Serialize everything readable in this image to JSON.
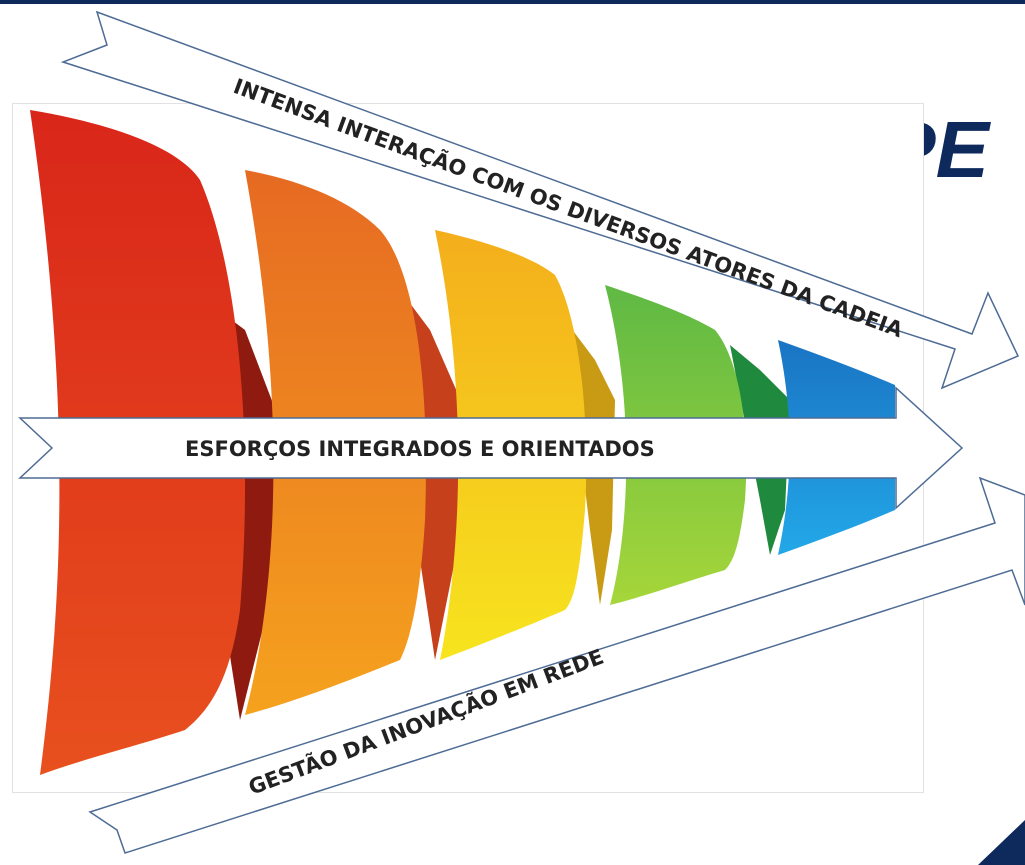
{
  "slide": {
    "title": "OPE",
    "accent_color": "#0e2a5c"
  },
  "diagram": {
    "arrows": {
      "top": "INTENSA INTERAÇÃO COM OS DIVERSOS ATORES DA CADEIA",
      "middle": "ESFORÇOS INTEGRADOS E ORIENTADOS",
      "bottom": "GESTÃO DA INOVAÇÃO EM REDE"
    },
    "stage_colors": [
      "#e0301e",
      "#f07f1e",
      "#f6c51c",
      "#7ec843",
      "#1c8fd6"
    ]
  }
}
